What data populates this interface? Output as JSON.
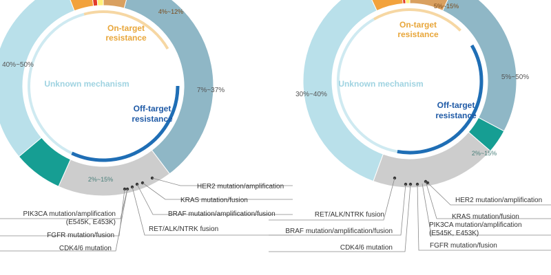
{
  "colors": {
    "unknown": "#b9e0ea",
    "unknown_inner": "#cfeaf1",
    "off_target": "#8fb7c6",
    "off_target_ring": "#1f6eb5",
    "on_target": "#f2a23c",
    "on_target_inner": "#f6d7a3",
    "red": "#e23b2a",
    "yellow": "#fff07a",
    "tan": "#d9a060",
    "teal": "#169e93",
    "gray": "#cdcdcd",
    "unknown_text": "#9fd3e1",
    "off_text": "#1f5aa6",
    "on_text": "#e8a63a"
  },
  "charts": [
    {
      "labels": {
        "on_target": [
          "On-target",
          "resistance"
        ],
        "unknown": "Unknown mechanism",
        "off_target": [
          "Off-target",
          "resistance"
        ]
      },
      "values": {
        "unknown": "40%~50%",
        "off_target": "7%~37%",
        "teal": "2%~15%",
        "top": "4%~12%"
      },
      "callouts": [
        {
          "lines": [
            "HER2 mutation/amplification"
          ]
        },
        {
          "lines": [
            "KRAS mutation/fusion"
          ]
        },
        {
          "lines": [
            "BRAF mutation/amplification/fusion"
          ]
        },
        {
          "lines": [
            "RET/ALK/NTRK fusion"
          ]
        },
        {
          "lines": [
            "PIK3CA mutation/amplification",
            "(E545K, E453K)"
          ]
        },
        {
          "lines": [
            "FGFR mutation/fusion"
          ]
        },
        {
          "lines": [
            "CDK4/6 mutation"
          ]
        }
      ]
    },
    {
      "labels": {
        "on_target": [
          "On-target",
          "resistance"
        ],
        "unknown": "Unknown mechanism",
        "off_target": [
          "Off-target",
          "resistance"
        ]
      },
      "values": {
        "unknown": "30%~40%",
        "off_target": "5%~50%",
        "teal": "2%~15%",
        "top": "5%~15%"
      },
      "callouts": [
        {
          "lines": [
            "HER2 mutation/amplification"
          ]
        },
        {
          "lines": [
            "KRAS mutation/fusion"
          ]
        },
        {
          "lines": [
            "PIK3CA mutation/amplification",
            "(E545K, E453K)"
          ]
        },
        {
          "lines": [
            "FGFR mutation/fusion"
          ]
        },
        {
          "lines": [
            "RET/ALK/NTRK fusion"
          ]
        },
        {
          "lines": [
            "BRAF mutation/amplification/fusion"
          ]
        },
        {
          "lines": [
            "CDK4/6 mutation"
          ]
        }
      ]
    }
  ]
}
